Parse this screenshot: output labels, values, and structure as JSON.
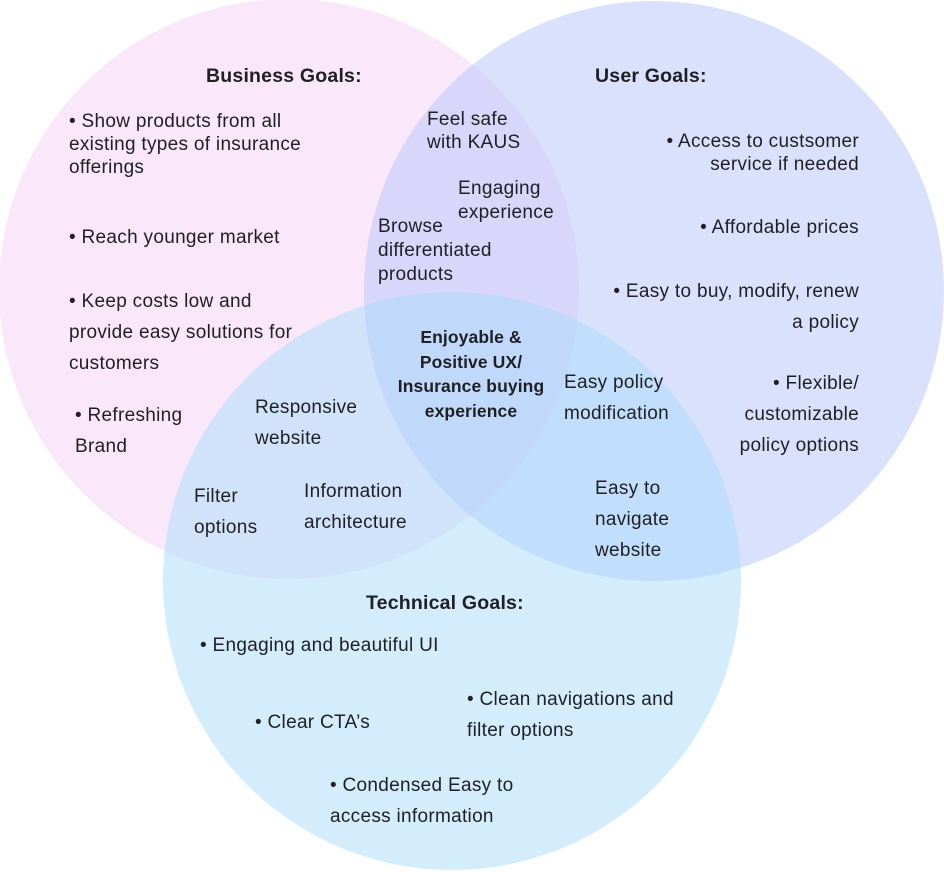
{
  "circles": {
    "business": {
      "fill": "#f4c8f2",
      "opacity": 0.42
    },
    "user": {
      "fill": "#b6c3fb",
      "opacity": 0.5
    },
    "technical": {
      "fill": "#a8dcfb",
      "opacity": 0.5
    }
  },
  "business": {
    "heading": "Business Goals:",
    "items": [
      "• Show products from all existing types of insurance offerings",
      "• Reach younger market",
      "• Keep costs low and provide easy solutions for customers",
      "• Refreshing Brand"
    ]
  },
  "user": {
    "heading": "User Goals:",
    "items": [
      "• Access to custsomer service if needed",
      "• Affordable prices",
      "• Easy to buy, modify, renew a policy",
      "• Flexible/ customizable policy options"
    ]
  },
  "technical": {
    "heading": "Technical Goals:",
    "items": [
      "• Engaging and beautiful UI",
      "• Clean navigations and filter options",
      "• Clear CTA’s",
      "• Condensed Easy to access information"
    ]
  },
  "business_user": [
    "Feel safe with KAUS",
    "Engaging experience",
    "Browse differentiated products"
  ],
  "business_technical": [
    "Responsive website",
    "Filter options",
    "Information architecture"
  ],
  "user_technical": [
    "Easy policy modification",
    "Easy to navigate website"
  ],
  "center": "Enjoyable & Positive UX/ Insurance buying experience"
}
